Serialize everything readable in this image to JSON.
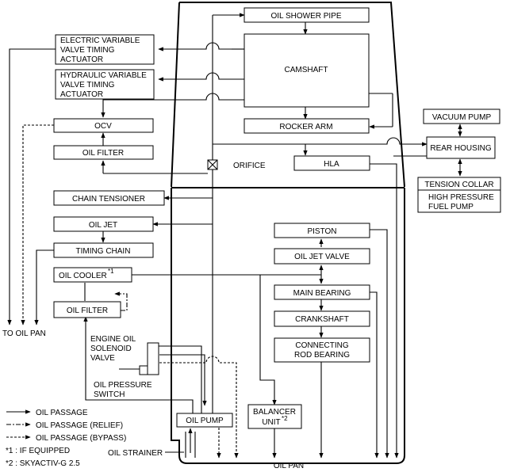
{
  "components": {
    "oil_shower_pipe": "OIL SHOWER PIPE",
    "camshaft": "CAMSHAFT",
    "rocker_arm": "ROCKER ARM",
    "hla": "HLA",
    "orifice": "ORIFICE",
    "evvt_actuator": [
      "ELECTRIC VARIABLE",
      "VALVE TIMING",
      "ACTUATOR"
    ],
    "hvvt_actuator": [
      "HYDRAULIC VARIABLE",
      "VALVE TIMING",
      "ACTUATOR"
    ],
    "ocv": "OCV",
    "oil_filter_upper": "OIL FILTER",
    "chain_tensioner": "CHAIN TENSIONER",
    "oil_jet": "OIL JET",
    "timing_chain": "TIMING CHAIN",
    "oil_cooler": "OIL COOLER",
    "oil_cooler_note": "*1",
    "oil_filter_lower": "OIL FILTER",
    "engine_oil_solenoid_valve": [
      "ENGINE OIL",
      "SOLENOID",
      "VALVE"
    ],
    "oil_pressure_switch": [
      "OIL PRESSURE",
      "SWITCH"
    ],
    "oil_pump": "OIL PUMP",
    "oil_strainer": "OIL STRAINER",
    "balancer_unit": [
      "BALANCER",
      "UNIT"
    ],
    "balancer_unit_note": "*2",
    "oil_pan": "OIL PAN",
    "to_oil_pan": "TO OIL PAN",
    "piston": "PISTON",
    "oil_jet_valve": "OIL JET VALVE",
    "main_bearing": "MAIN BEARING",
    "crankshaft": "CRANKSHAFT",
    "connecting_rod_bearing": [
      "CONNECTING",
      "ROD BEARING"
    ],
    "vacuum_pump": "VACUUM PUMP",
    "rear_housing": "REAR HOUSING",
    "tension_collar": "TENSION COLLAR",
    "high_pressure_fuel_pump": [
      "HIGH PRESSURE",
      "FUEL PUMP"
    ]
  },
  "legend": {
    "oil_passage": "OIL PASSAGE",
    "oil_passage_relief": "OIL PASSAGE (RELIEF)",
    "oil_passage_bypass": "OIL PASSAGE (BYPASS)",
    "note1": "*1 : IF EQUIPPED",
    "note2": "*2 : SKYACTIV-G 2.5"
  }
}
